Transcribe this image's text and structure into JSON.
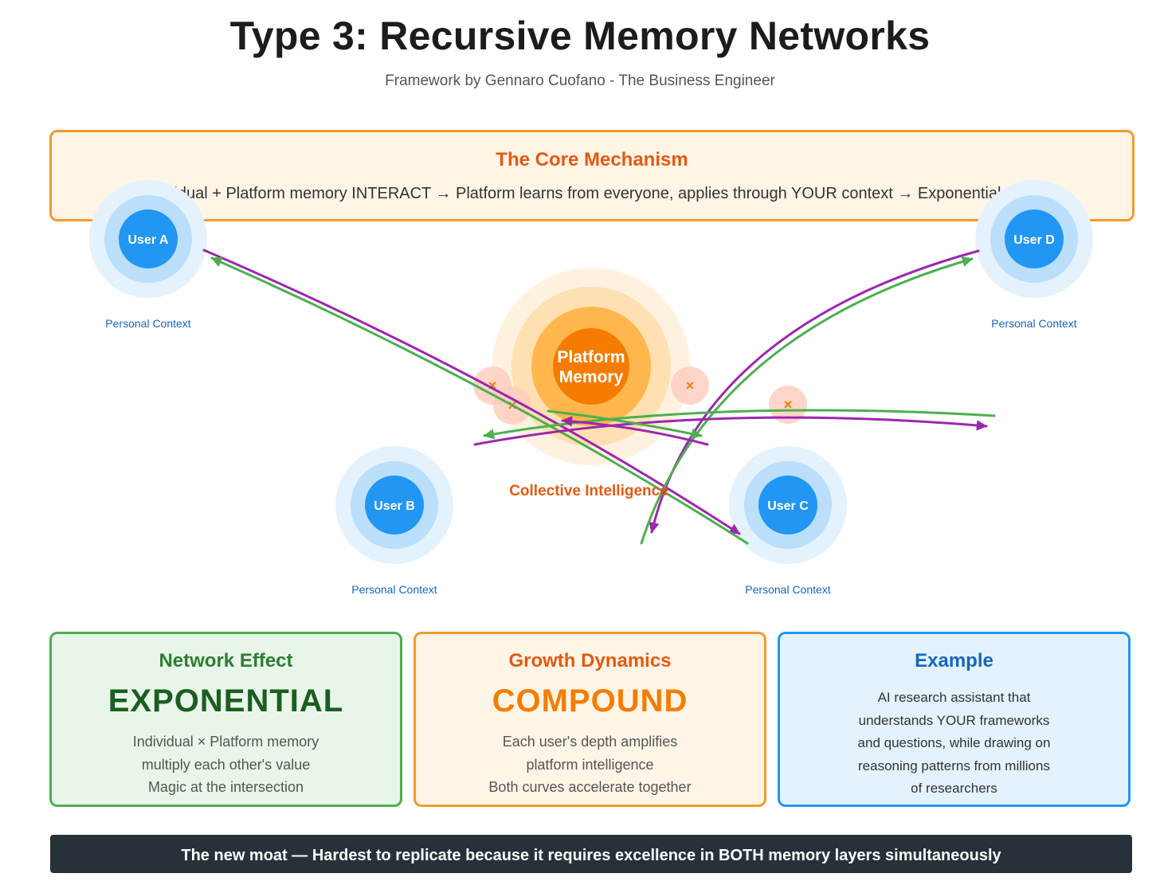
{
  "header": {
    "title": "Type 3: Recursive Memory Networks",
    "subtitle": "Framework by Gennaro Cuofano - The Business Engineer"
  },
  "core": {
    "title": "The Core Mechanism",
    "text": "Individual + Platform memory INTERACT → Platform learns from everyone, applies through YOUR context → Exponential value"
  },
  "diagram": {
    "platform": {
      "line1": "Platform",
      "line2": "Memory"
    },
    "collective_label": "Collective Intelligence",
    "users": [
      {
        "label": "User A",
        "context": "Personal Context"
      },
      {
        "label": "User B",
        "context": "Personal Context"
      },
      {
        "label": "User C",
        "context": "Personal Context"
      },
      {
        "label": "User D",
        "context": "Personal Context"
      }
    ],
    "cross_marker": "×",
    "colors": {
      "user": "#2196f3",
      "platform": "#f57c00",
      "flow_green": "#4caf50",
      "flow_purple": "#9c27b0",
      "accent": "#e45a12"
    }
  },
  "cards": [
    {
      "title": "Network Effect",
      "big": "EXPONENTIAL",
      "lines": [
        "Individual × Platform memory",
        "multiply each other's value",
        "Magic at the intersection"
      ]
    },
    {
      "title": "Growth Dynamics",
      "big": "COMPOUND",
      "lines": [
        "Each user's depth amplifies",
        "platform intelligence",
        "Both curves accelerate together"
      ]
    },
    {
      "title": "Example",
      "lines": [
        "AI research assistant that",
        "understands YOUR frameworks",
        "and questions, while drawing on",
        "reasoning patterns from millions",
        "of researchers"
      ]
    }
  ],
  "footer": {
    "text": "The new moat — Hardest to replicate because it requires excellence in BOTH memory layers simultaneously"
  }
}
